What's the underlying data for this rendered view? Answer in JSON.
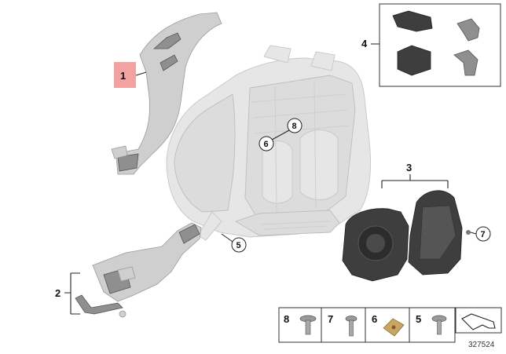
{
  "callouts": {
    "c1": "1",
    "c2": "2",
    "c3": "3",
    "c4": "4",
    "c5": "5",
    "c6": "6",
    "c7": "7",
    "c8": "8"
  },
  "legend": {
    "items": [
      "8",
      "7",
      "6",
      "5"
    ]
  },
  "reference_number": "327524",
  "colors": {
    "highlight": "#f3a1a1",
    "part_grey": "#cfcfcf",
    "part_dark": "#3e3e3e",
    "ghost": "#e6e6e6"
  }
}
